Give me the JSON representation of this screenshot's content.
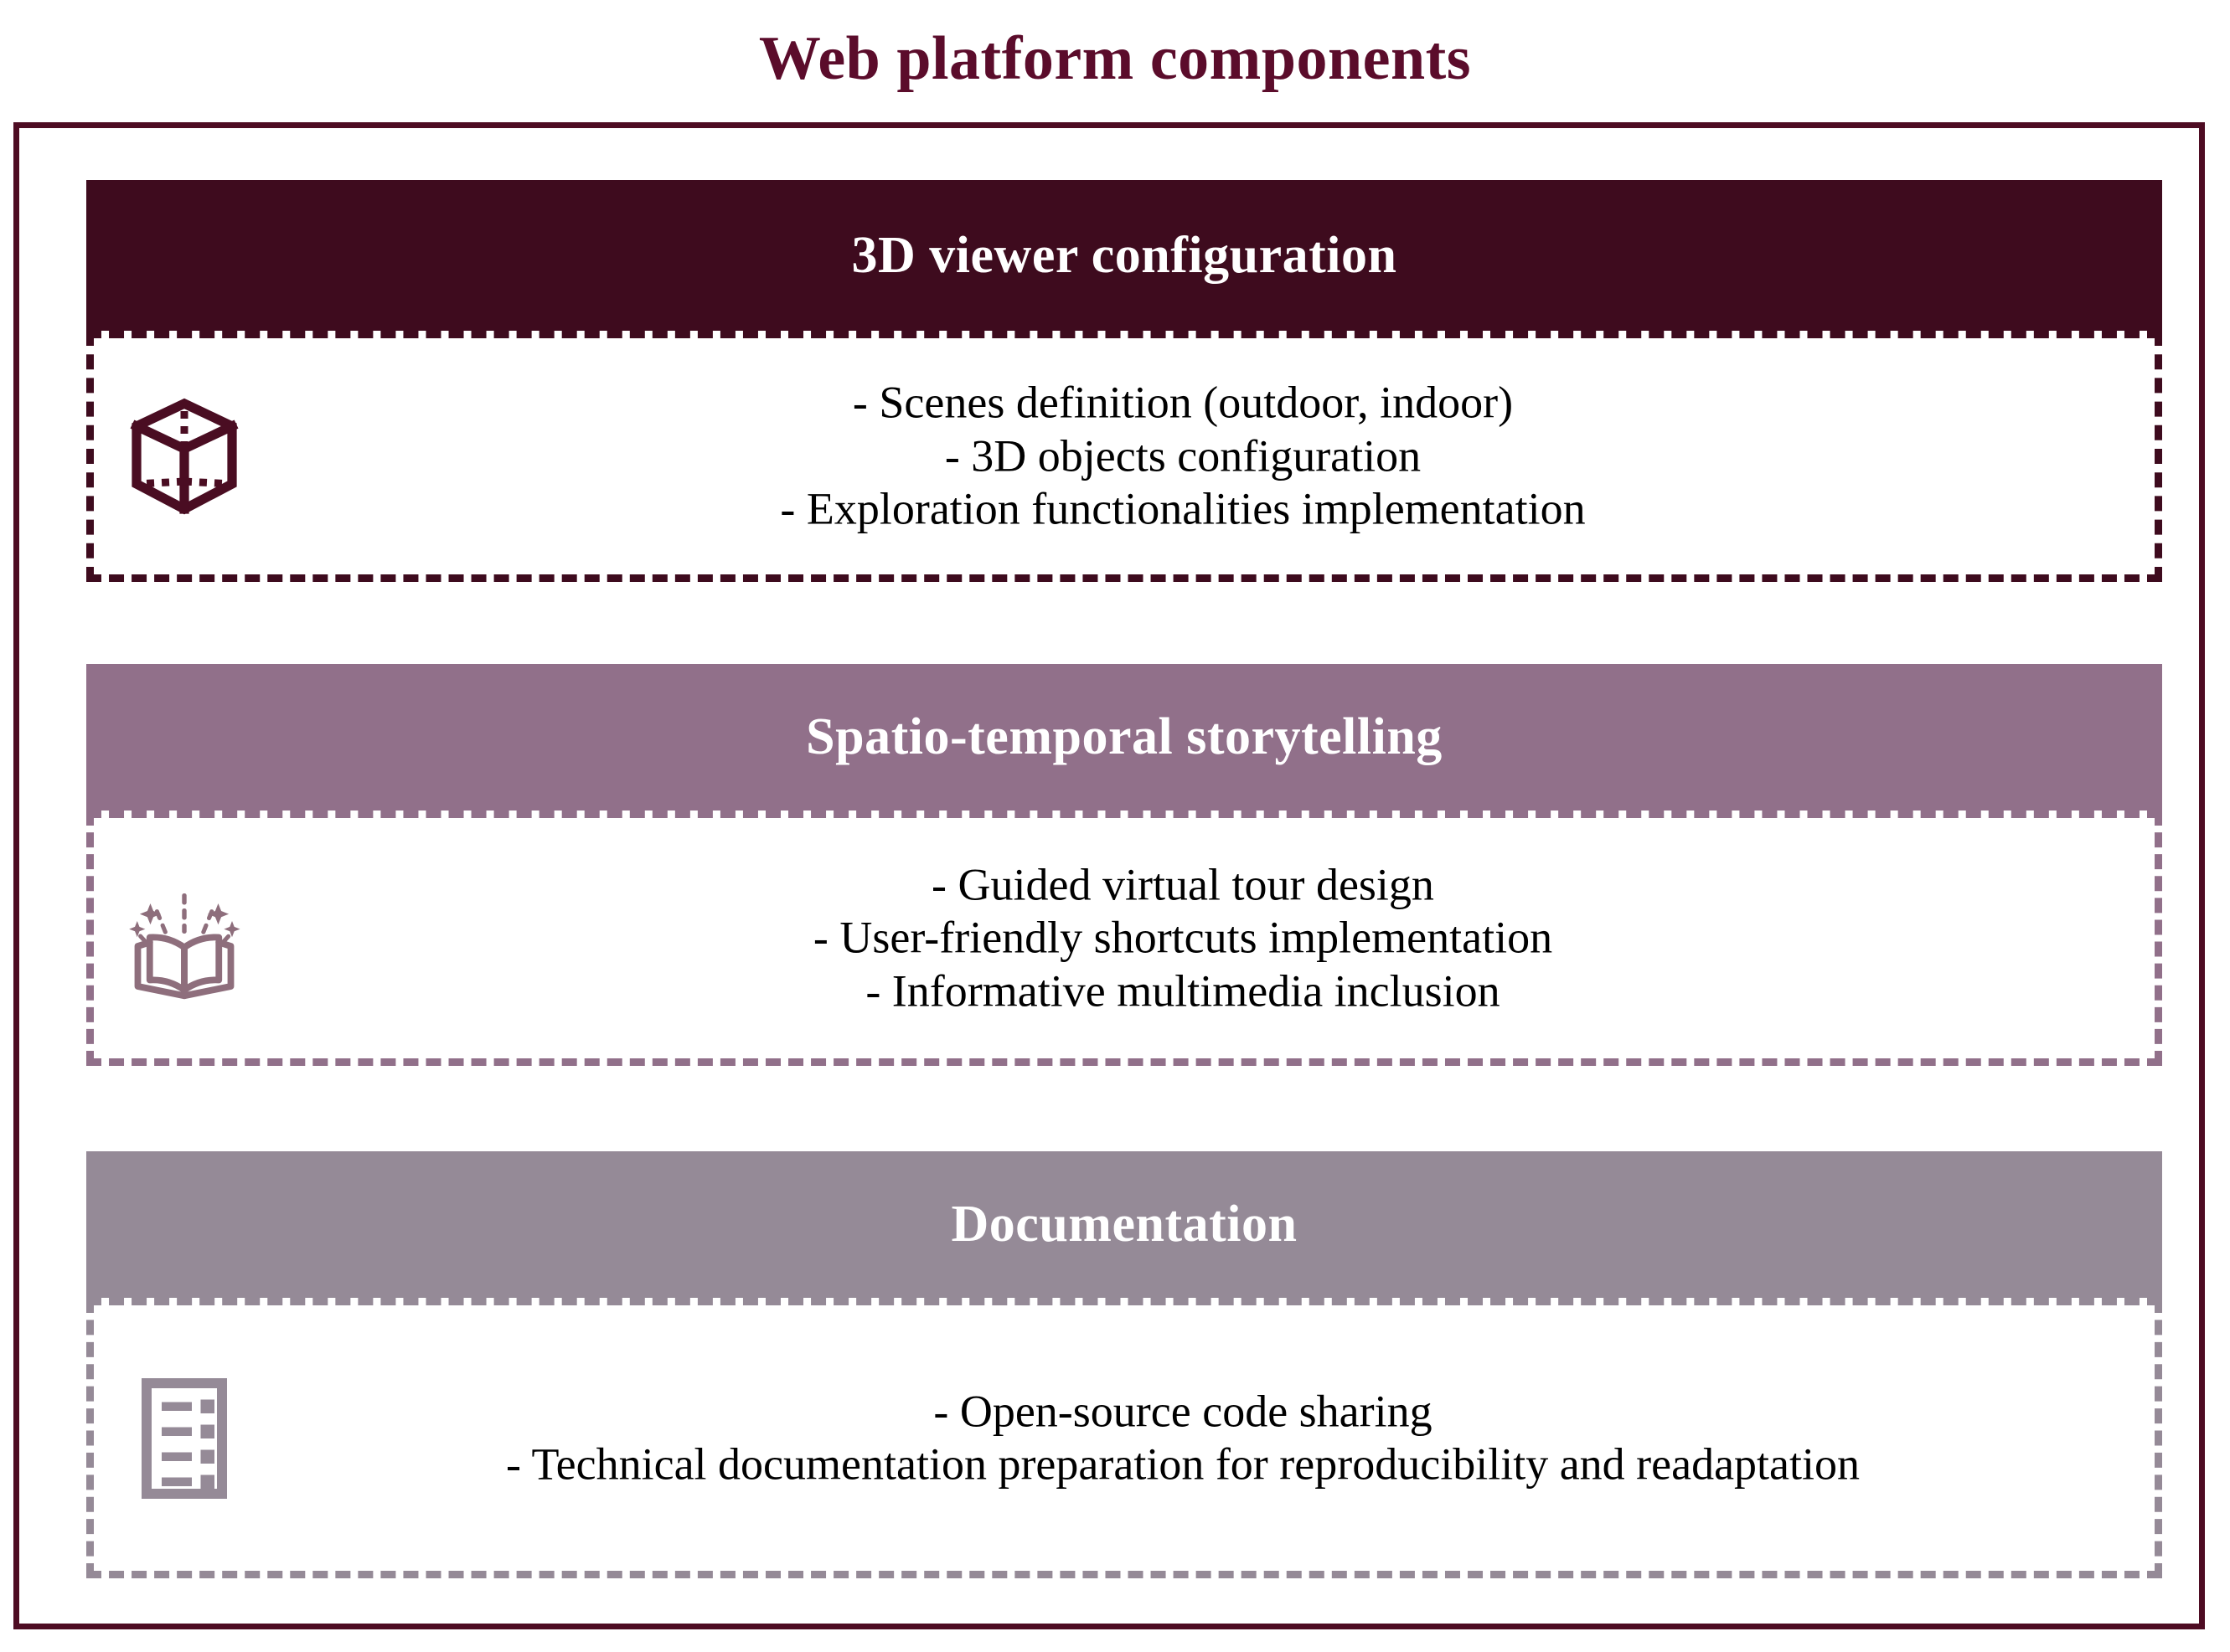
{
  "title": "Web platform components",
  "colors": {
    "title_text": "#5B0C2B",
    "outer_border": "#4E0C23",
    "section_1": "#3E0B1E",
    "section_2": "#91708A",
    "section_3": "#958A97",
    "body_text": "#000000",
    "header_text": "#FFFFFF",
    "background": "#FFFFFF"
  },
  "sections": [
    {
      "header": "3D viewer configuration",
      "icon": "wireframe-cube-icon",
      "accent": "#3E0B1E",
      "lines": [
        "- Scenes definition (outdoor, indoor)",
        "- 3D objects configuration",
        "- Exploration functionalities implementation"
      ]
    },
    {
      "header": "Spatio-temporal storytelling",
      "icon": "open-book-sparkles-icon",
      "accent": "#91708A",
      "lines": [
        "- Guided virtual tour design",
        "- User-friendly shortcuts implementation",
        "- Informative multimedia inclusion"
      ]
    },
    {
      "header": "Documentation",
      "icon": "document-list-icon",
      "accent": "#958A97",
      "lines": [
        "- Open-source code sharing",
        "- Technical documentation preparation for reproducibility and readaptation"
      ]
    }
  ]
}
